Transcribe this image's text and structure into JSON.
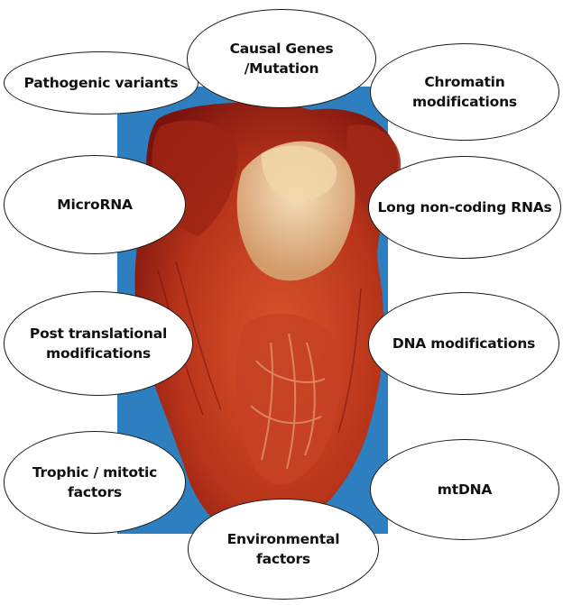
{
  "diagram": {
    "colors": {
      "board": "#2e7fc0",
      "heart_dark": "#7a130e",
      "heart_mid": "#b8341a",
      "heart_light": "#d9552c",
      "valve": "#e8c08e",
      "fat": "#f1d6a8",
      "node_fill": "#ffffff",
      "node_border": "#1a1a1a",
      "text": "#111111"
    },
    "nodes": [
      {
        "id": "pathogenic-variants",
        "label": "Pathogenic variants"
      },
      {
        "id": "causal-genes",
        "label": "Causal Genes\n/Mutation"
      },
      {
        "id": "chromatin-modifications",
        "label": "Chromatin\nmodifications"
      },
      {
        "id": "microrna",
        "label": "MicroRNA"
      },
      {
        "id": "long-non-coding-rnas",
        "label": "Long non-coding RNAs"
      },
      {
        "id": "post-translational-modifications",
        "label": "Post translational\nmodifications"
      },
      {
        "id": "dna-modifications",
        "label": "DNA modifications"
      },
      {
        "id": "trophic-mitotic-factors",
        "label": "Trophic / mitotic\nfactors"
      },
      {
        "id": "mtdna",
        "label": "mtDNA"
      },
      {
        "id": "environmental-factors",
        "label": "Environmental\nfactors"
      }
    ]
  }
}
